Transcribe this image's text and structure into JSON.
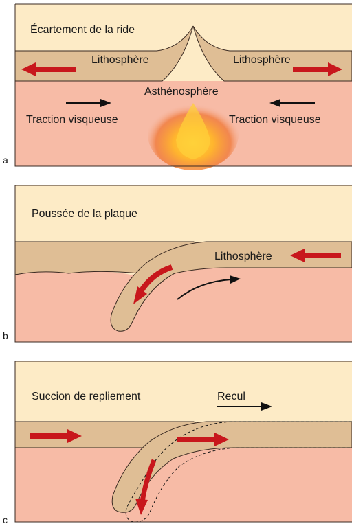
{
  "colors": {
    "sky": "#fdebc6",
    "lithosphere": "#dfbe95",
    "asthenosphere": "#f7bba6",
    "outline": "#3a2a22",
    "arrow_red": "#c8171c",
    "arrow_black": "#111111"
  },
  "panels": [
    {
      "letter": "a",
      "title": "Écartement de la ride",
      "lithosphere_left": "Lithosphère",
      "lithosphere_right": "Lithosphère",
      "asthenosphere": "Asthénosphère",
      "traction_left": "Traction visqueuse",
      "traction_right": "Traction visqueuse"
    },
    {
      "letter": "b",
      "title": "Poussée de la plaque",
      "lithosphere": "Lithosphère"
    },
    {
      "letter": "c",
      "title": "Succion de repliement",
      "rollback": "Recul"
    }
  ]
}
